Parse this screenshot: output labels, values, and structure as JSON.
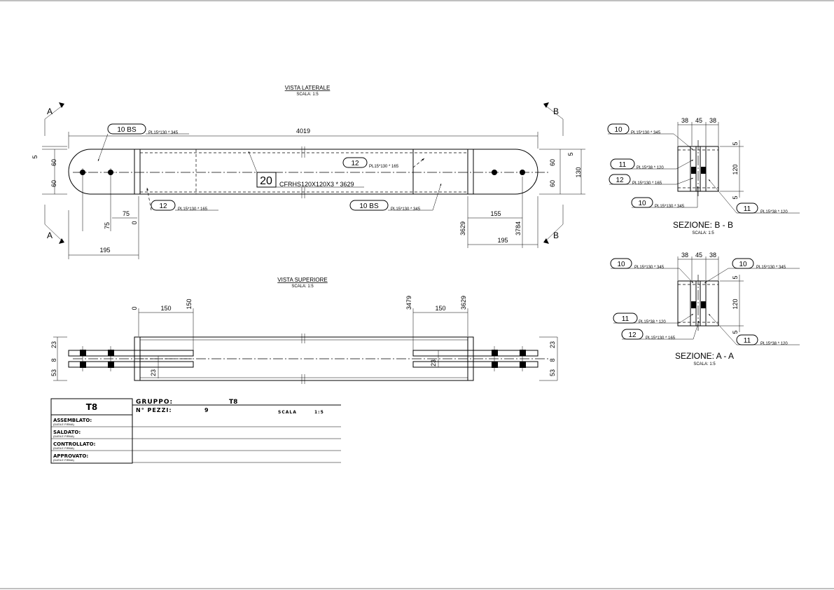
{
  "views": {
    "side": {
      "title": "VISTA LATERALE",
      "scale": "SCALA: 1:5",
      "section_a": "A",
      "section_b": "B",
      "dims": {
        "top_5": "5",
        "overall": "4019",
        "left_60_top": "60",
        "left_60_bottom": "60",
        "right_5": "5",
        "right_60_top": "60",
        "right_60_bottom": "60",
        "right_130": "130",
        "d75_h": "75",
        "d75_v": "75",
        "d0": "0",
        "d195_left": "195",
        "d3629": "3629",
        "d155": "155",
        "d3784": "3784",
        "d195_right": "195"
      },
      "tags": {
        "left_plate": {
          "num": "10 BS",
          "desc": "PL15*130 * 345"
        },
        "tube": {
          "num": "20",
          "desc": "CFRHS120X120X3 * 3629"
        },
        "top_right": {
          "num": "12",
          "desc": "PL15*130 * 165"
        },
        "bottom_left": {
          "num": "12",
          "desc": "PL15*130 * 165"
        },
        "bottom_right": {
          "num": "10 BS",
          "desc": "PL15*130 * 345"
        }
      }
    },
    "top": {
      "title": "VISTA SUPERIORE",
      "scale": "SCALA: 1:5",
      "dims": {
        "d0": "0",
        "d150_a": "150",
        "d150_v": "150",
        "d3479": "3479",
        "d150_b": "150",
        "d3629": "3629",
        "left_23_top": "23",
        "left_8": "8",
        "left_53": "53",
        "right_23_top": "23",
        "right_8": "8",
        "right_53": "53",
        "inner_23_left": "23",
        "inner_23_right": "23"
      }
    },
    "section_bb": {
      "title": "SEZIONE: B - B",
      "scale": "SCALA: 1:5",
      "dims": {
        "d38a": "38",
        "d45": "45",
        "d38b": "38",
        "d5a": "5",
        "d120": "120",
        "d5b": "5"
      },
      "tags": [
        {
          "num": "10",
          "desc": "PL15*130 * 345"
        },
        {
          "num": "11",
          "desc": "PL15*38 * 120"
        },
        {
          "num": "12",
          "desc": "PL15*130 * 165"
        },
        {
          "num": "10",
          "desc": "PL15*130 * 345"
        },
        {
          "num": "11",
          "desc": "PL15*38 * 120"
        }
      ]
    },
    "section_aa": {
      "title": "SEZIONE: A - A",
      "scale": "SCALA: 1:5",
      "dims": {
        "d38a": "38",
        "d45": "45",
        "d38b": "38",
        "d5a": "5",
        "d120": "120",
        "d5b": "5"
      },
      "tags": [
        {
          "num": "10",
          "desc": "PL15*130 * 345"
        },
        {
          "num": "10",
          "desc": "PL15*130 * 345"
        },
        {
          "num": "11",
          "desc": "PL15*38 * 120"
        },
        {
          "num": "12",
          "desc": "PL15*130 * 165"
        },
        {
          "num": "11",
          "desc": "PL15*38 * 120"
        }
      ]
    }
  },
  "title_block": {
    "code": "T8",
    "group_label": "GRUPPO:",
    "group_value": "T8",
    "pieces_label": "N° PEZZI:",
    "pieces_value": "9",
    "scale_label": "SCALA",
    "scale_value": "1:5",
    "rows": [
      {
        "label": "ASSEMBLATO:",
        "sub": "(DATA E FIRMA)"
      },
      {
        "label": "SALDATO:",
        "sub": "(DATA E FIRMA)"
      },
      {
        "label": "CONTROLLATO:",
        "sub": "(DATA E FIRMA)"
      },
      {
        "label": "APPROVATO:",
        "sub": "(DATA E FIRMA)"
      }
    ]
  }
}
